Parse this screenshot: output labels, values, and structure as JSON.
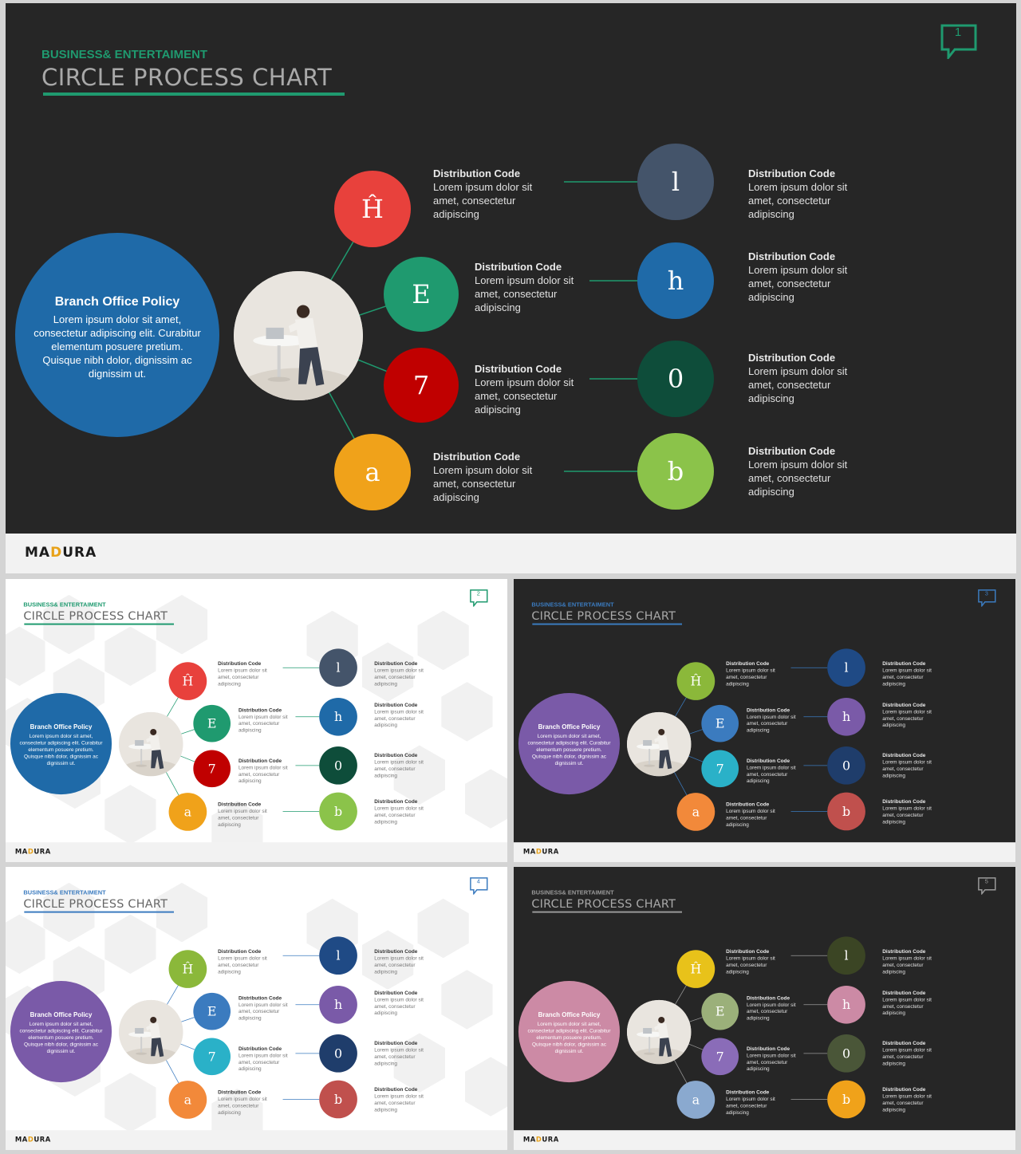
{
  "slides": [
    {
      "subtitle": "BUSINESS& ENTERTAIMENT",
      "title": "CIRCLE PROCESS CHART",
      "page_number": "1",
      "brand": {
        "left": "MA",
        "mid": "D",
        "right": "URA"
      },
      "big_circle": {
        "title": "Branch Office Policy",
        "text": "Lorem ipsum dolor sit amet, consectetur adipiscing elit. Curabitur elementum posuere pretium. Quisque nibh dolor, dignissim ac dignissim ut."
      },
      "rows": [
        {
          "icon_left": "Ĥ",
          "icon_right": "l"
        },
        {
          "icon_left": "E",
          "icon_right": "h"
        },
        {
          "icon_left": "7",
          "icon_right": "0"
        },
        {
          "icon_left": "a",
          "icon_right": "b"
        }
      ],
      "item_title": "Distribution Code",
      "item_text": "Lorem ipsum dolor sit amet, consectetur adipiscing",
      "theme": {
        "bg": "dark",
        "accent": "#1f9a6f",
        "big": "#1f6aa8",
        "left": [
          "#e8413c",
          "#1f9a6f",
          "#c00000",
          "#f0a21a"
        ],
        "right": [
          "#44546a",
          "#1f6aa8",
          "#0e4d3a",
          "#8bc34a"
        ]
      }
    },
    {
      "subtitle": "BUSINESS& ENTERTAIMENT",
      "title": "CIRCLE PROCESS CHART",
      "page_number": "2",
      "brand": {
        "left": "MA",
        "mid": "D",
        "right": "URA"
      },
      "big_circle": {
        "title": "Branch Office Policy",
        "text": "Lorem ipsum dolor sit amet, consectetur adipiscing elit. Curabitur elementum posuere pretium. Quisque nibh dolor, dignissim ac dignissim ut."
      },
      "rows": [
        {
          "icon_left": "Ĥ",
          "icon_right": "l"
        },
        {
          "icon_left": "E",
          "icon_right": "h"
        },
        {
          "icon_left": "7",
          "icon_right": "0"
        },
        {
          "icon_left": "a",
          "icon_right": "b"
        }
      ],
      "item_title": "Distribution Code",
      "item_text": "Lorem ipsum dolor sit amet, consectetur adipiscing",
      "theme": {
        "bg": "light",
        "accent": "#1f9a6f",
        "big": "#1f6aa8",
        "left": [
          "#e8413c",
          "#1f9a6f",
          "#c00000",
          "#f0a21a"
        ],
        "right": [
          "#44546a",
          "#1f6aa8",
          "#0e4d3a",
          "#8bc34a"
        ]
      }
    },
    {
      "subtitle": "BUSINESS& ENTERTAIMENT",
      "title": "CIRCLE PROCESS CHART",
      "page_number": "3",
      "brand": {
        "left": "MA",
        "mid": "D",
        "right": "URA"
      },
      "big_circle": {
        "title": "Branch Office Policy",
        "text": "Lorem ipsum dolor sit amet, consectetur adipiscing elit. Curabitur elementum posuere pretium. Quisque nibh dolor, dignissim ac dignissim ut."
      },
      "rows": [
        {
          "icon_left": "Ĥ",
          "icon_right": "l"
        },
        {
          "icon_left": "E",
          "icon_right": "h"
        },
        {
          "icon_left": "7",
          "icon_right": "0"
        },
        {
          "icon_left": "a",
          "icon_right": "b"
        }
      ],
      "item_title": "Distribution Code",
      "item_text": "Lorem ipsum dolor sit amet, consectetur adipiscing",
      "theme": {
        "bg": "dark",
        "accent": "#3b7bbf",
        "big": "#7a5aa8",
        "left": [
          "#8bb83a",
          "#3b7bbf",
          "#2ab1c8",
          "#f2893a"
        ],
        "right": [
          "#1f4a85",
          "#7a5aa8",
          "#1f3d6b",
          "#c0504d"
        ]
      }
    },
    {
      "subtitle": "BUSINESS& ENTERTAIMENT",
      "title": "CIRCLE PROCESS CHART",
      "page_number": "4",
      "brand": {
        "left": "MA",
        "mid": "D",
        "right": "URA"
      },
      "big_circle": {
        "title": "Branch Office Policy",
        "text": "Lorem ipsum dolor sit amet, consectetur adipiscing elit. Curabitur elementum posuere pretium. Quisque nibh dolor, dignissim ac dignissim ut."
      },
      "rows": [
        {
          "icon_left": "Ĥ",
          "icon_right": "l"
        },
        {
          "icon_left": "E",
          "icon_right": "h"
        },
        {
          "icon_left": "7",
          "icon_right": "0"
        },
        {
          "icon_left": "a",
          "icon_right": "b"
        }
      ],
      "item_title": "Distribution Code",
      "item_text": "Lorem ipsum dolor sit amet, consectetur adipiscing",
      "theme": {
        "bg": "light",
        "accent": "#3b7bbf",
        "big": "#7a5aa8",
        "left": [
          "#8bb83a",
          "#3b7bbf",
          "#2ab1c8",
          "#f2893a"
        ],
        "right": [
          "#1f4a85",
          "#7a5aa8",
          "#1f3d6b",
          "#c0504d"
        ]
      }
    },
    {
      "subtitle": "BUSINESS& ENTERTAIMENT",
      "title": "CIRCLE PROCESS CHART",
      "page_number": "5",
      "brand": {
        "left": "MA",
        "mid": "D",
        "right": "URA"
      },
      "big_circle": {
        "title": "Branch Office Policy",
        "text": "Lorem ipsum dolor sit amet, consectetur adipiscing elit. Curabitur elementum posuere pretium. Quisque nibh dolor, dignissim ac dignissim ut."
      },
      "rows": [
        {
          "icon_left": "Ĥ",
          "icon_right": "l"
        },
        {
          "icon_left": "E",
          "icon_right": "h"
        },
        {
          "icon_left": "7",
          "icon_right": "0"
        },
        {
          "icon_left": "a",
          "icon_right": "b"
        }
      ],
      "item_title": "Distribution Code",
      "item_text": "Lorem ipsum dolor sit amet, consectetur adipiscing",
      "theme": {
        "bg": "dark",
        "accent": "#9a9a9a",
        "big": "#cc8aa5",
        "left": [
          "#e8c21a",
          "#9bb07a",
          "#8a6cb8",
          "#8aa9cf"
        ],
        "right": [
          "#3b4524",
          "#cc8aa5",
          "#4a5638",
          "#f0a21a"
        ]
      }
    }
  ]
}
